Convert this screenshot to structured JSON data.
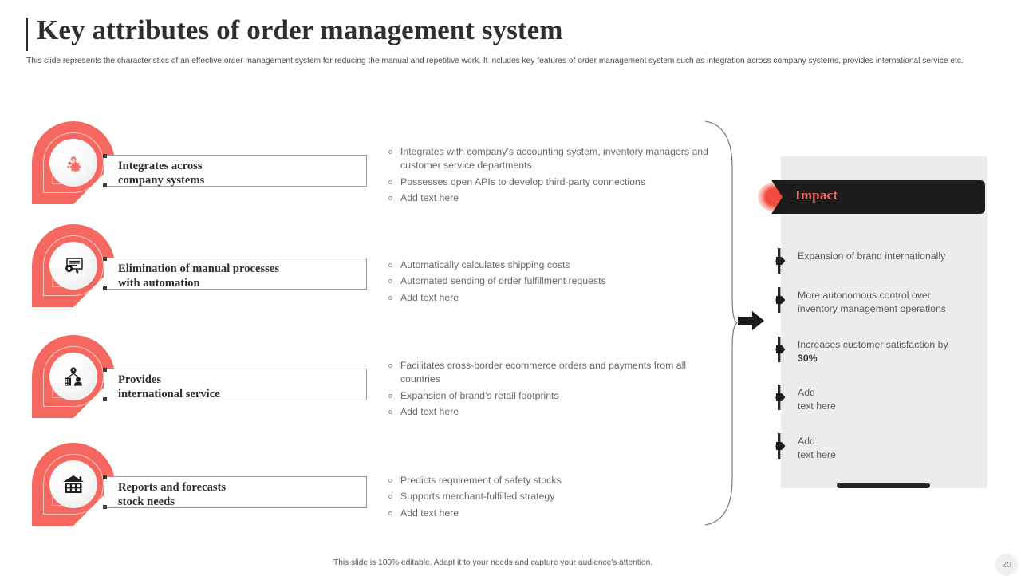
{
  "header": {
    "title": "Key attributes of order management system",
    "subtitle": "This slide represents the characteristics of an effective order management system for reducing the manual and repetitive work. It includes key features of order management system such as integration across company systems, provides international service etc."
  },
  "features": [
    {
      "icon": "gear-integration-icon",
      "label": "Integrates across\ncompany systems",
      "bullets": [
        "Integrates with company’s accounting system, inventory managers and customer service departments",
        "Possesses  open APIs to develop third-party connections",
        "Add text here"
      ]
    },
    {
      "icon": "document-gear-automation-icon",
      "label": "Elimination of manual processes\nwith automation",
      "bullets": [
        "Automatically calculates shipping costs",
        "Automated sending of order fulfillment requests",
        "Add text here"
      ]
    },
    {
      "icon": "international-network-icon",
      "label": "Provides\ninternational service",
      "bullets": [
        "Facilitates cross-border ecommerce orders and payments from all countries",
        "Expansion of brand’s retail footprints",
        "Add text here"
      ]
    },
    {
      "icon": "warehouse-icon",
      "label": "Reports and forecasts\nstock needs",
      "bullets": [
        "Predicts requirement  of safety stocks",
        "Supports merchant-fulfilled strategy",
        "Add text here"
      ]
    }
  ],
  "impact": {
    "heading": "Impact",
    "items": [
      {
        "text": "Expansion of brand internationally",
        "bold": ""
      },
      {
        "text": "More autonomous control over inventory management operations",
        "bold": ""
      },
      {
        "text": "Increases customer satisfaction by ",
        "bold": "30%"
      },
      {
        "text": "Add\ntext here",
        "bold": ""
      },
      {
        "text": "Add\ntext here",
        "bold": ""
      }
    ]
  },
  "footer": {
    "note": "This slide is 100% editable. Adapt it to your needs and capture your audience's attention.",
    "page_number": "20"
  },
  "colors": {
    "accent": "#f4685f",
    "dark": "#1d1b1b",
    "panel": "#ececec",
    "text": "#5c5d5f"
  }
}
